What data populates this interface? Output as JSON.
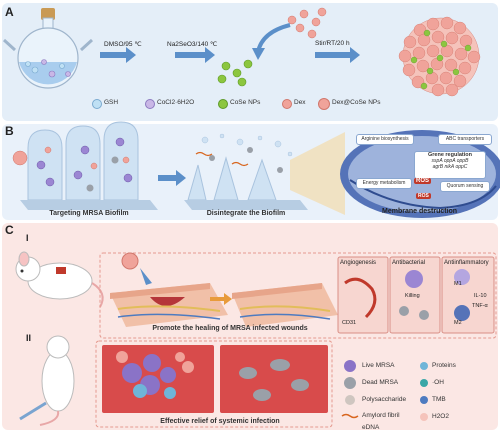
{
  "panels": {
    "A": {
      "label": "A",
      "steps": [
        "DMSO/95 ℃",
        "Na2SeO3/140 ℃",
        "Stir/RT/20 h"
      ],
      "legend": [
        "GSH",
        "CoCl2·6H2O",
        "CoSe NPs",
        "Dex",
        "Dex@CoSe NPs"
      ]
    },
    "B": {
      "label": "B",
      "band_left": "Targeting MRSA Biofilm",
      "band_mid": "Disintegrate the Biofilm",
      "membrane": "Membrane destruction",
      "boxes": {
        "arginine": "Arginine biosynthesis",
        "abc": "ABC transporters",
        "gene_title": "Grene regulation",
        "genes_1": "sspA  oppA  oppB",
        "genes_2": "agrB  nikA  oppC",
        "energy": "Energy metabolism",
        "ros": "ROS",
        "ros2": "ROS",
        "quorum": "Quorum sensing"
      }
    },
    "C": {
      "label": "C",
      "sub1": "I",
      "sub2": "II",
      "band_heal": "Promote the healing of MRSA infected wounds",
      "band_relief": "Effective relief of systemic infection",
      "angio": "Angiogenesis",
      "cd31": "CD31",
      "antibacterial": "Antibacterial",
      "killing": "Killing",
      "antiinflam": "Antiinflammatory",
      "m1": "M1",
      "m2": "M2",
      "il10": "IL-10",
      "tnf": "TNF-α",
      "legend_left": [
        "Live MRSA",
        "Dead MRSA",
        "Polysaccharide",
        "Amylord fibril",
        "eDNA"
      ],
      "legend_right": [
        "Proteins",
        "·OH",
        "TMB",
        "H2O2"
      ]
    }
  },
  "colors": {
    "panelA": "#e4eef8",
    "panelB": "#e9f1fa",
    "panelC": "#fbe7e4",
    "cose": "#8cc63f",
    "dex": "#f0a39a",
    "live": "#8a73c7",
    "dead": "#9aa0a8"
  }
}
